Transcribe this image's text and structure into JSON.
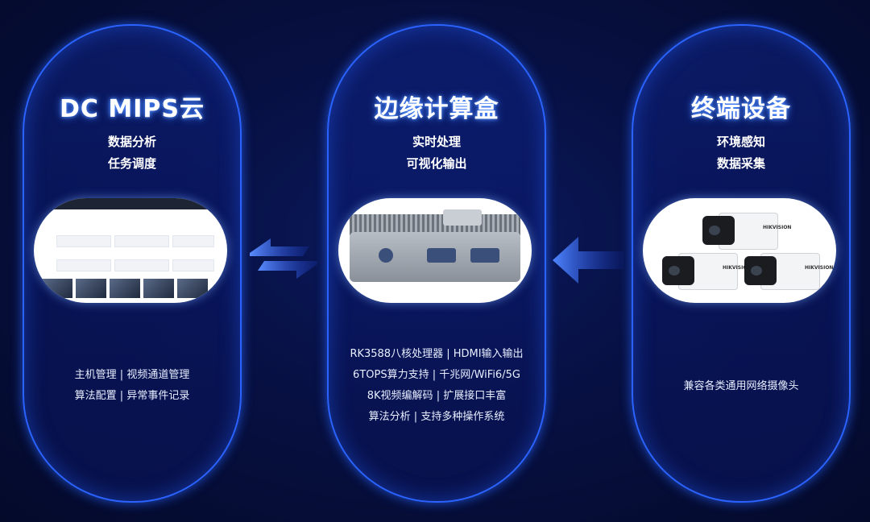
{
  "cloud": {
    "title": "DC MIPS云",
    "sub1": "数据分析",
    "sub2": "任务调度",
    "desc1": "主机管理 | 视频通道管理",
    "desc2": "算法配置 | 异常事件记录"
  },
  "edge": {
    "title": "边缘计算盒",
    "sub1": "实时处理",
    "sub2": "可视化输出",
    "desc1": "RK3588八核处理器 | HDMI输入输出",
    "desc2": "6TOPS算力支持 | 千兆网/WiFi6/5G",
    "desc3": "8K视频编解码 | 扩展接口丰富",
    "desc4": "算法分析 | 支持多种操作系统"
  },
  "terminal": {
    "title": "终端设备",
    "sub1": "环境感知",
    "sub2": "数据采集",
    "desc1": "兼容各类通用网络摄像头",
    "camera_brand": "HIKVISION"
  },
  "colors": {
    "accent": "#2a63ff",
    "background": "#071042"
  },
  "icons": {
    "left_arrow": "bidirectional-arrow-icon",
    "right_arrow": "left-arrow-icon"
  }
}
